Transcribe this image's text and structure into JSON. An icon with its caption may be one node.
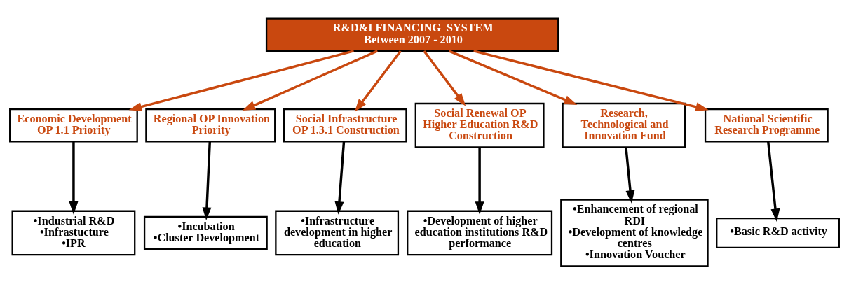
{
  "diagram": {
    "nodes": [
      {
        "text": [
          "R&D&I FINANCING  SYSTEM",
          "Between 2007 - 2010"
        ]
      },
      {
        "text": [
          "Economic Development OP 1.1 Priority"
        ]
      },
      {
        "text": [
          "Regional OP Innovation Priority"
        ]
      },
      {
        "text": [
          "Social Infrastructure OP 1.3.1 Construction"
        ]
      },
      {
        "text": [
          "Social Renewal OP Higher Education R&D Construction"
        ]
      },
      {
        "text": [
          "Research, Technological and Innovation Fund"
        ]
      },
      {
        "text": [
          "National Scientific Research Programme"
        ]
      },
      {
        "text": [
          "•Industrial R&D",
          "•Infrastucture",
          "•IPR"
        ]
      },
      {
        "text": [
          "•Incubation",
          "•Cluster Development"
        ]
      },
      {
        "text": [
          "•Infrastructure development in higher education"
        ]
      },
      {
        "text": [
          "•Development of higher education institutions R&D performance"
        ]
      },
      {
        "text": [
          "•Enhancement of regional RDI",
          "•Development of knowledge centres",
          "•Innovation Voucher"
        ]
      },
      {
        "text": [
          "•Basic R&D activity"
        ]
      }
    ],
    "edges": [
      {
        "from": 0,
        "to": 1,
        "arrow": "to",
        "color": "#c9480f"
      },
      {
        "from": 0,
        "to": 2,
        "arrow": "to",
        "color": "#c9480f"
      },
      {
        "from": 0,
        "to": 3,
        "arrow": "to",
        "color": "#c9480f"
      },
      {
        "from": 0,
        "to": 4,
        "arrow": "to",
        "color": "#c9480f"
      },
      {
        "from": 0,
        "to": 5,
        "arrow": "to",
        "color": "#c9480f"
      },
      {
        "from": 0,
        "to": 6,
        "arrow": "to",
        "color": "#c9480f"
      },
      {
        "from": 1,
        "to": 7,
        "arrow": "to",
        "color": "#000000"
      },
      {
        "from": 2,
        "to": 8,
        "arrow": "to",
        "color": "#000000"
      },
      {
        "from": 3,
        "to": 9,
        "arrow": "to",
        "color": "#000000"
      },
      {
        "from": 4,
        "to": 10,
        "arrow": "to",
        "color": "#000000"
      },
      {
        "from": 5,
        "to": 11,
        "arrow": "to",
        "color": "#000000"
      },
      {
        "from": 6,
        "to": 12,
        "arrow": "to",
        "color": "#000000"
      }
    ]
  }
}
